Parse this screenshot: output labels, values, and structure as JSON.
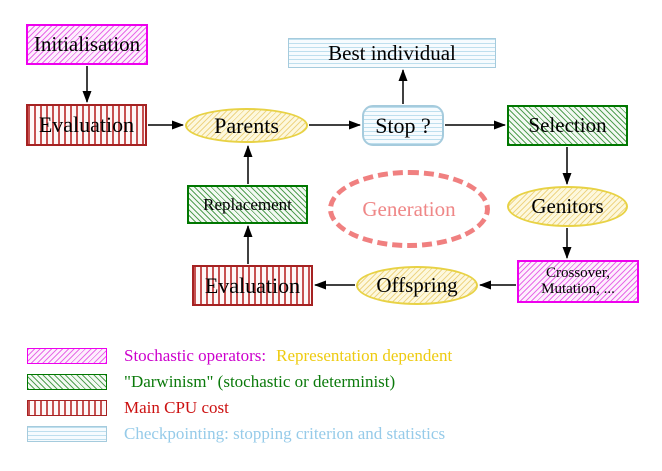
{
  "diagram": {
    "title_hint": "Evolutionary algorithm generation loop",
    "nodes": {
      "initialisation": {
        "label": "Initialisation",
        "pattern": "magenta-diagonal-hatch"
      },
      "evaluation_top": {
        "label": "Evaluation",
        "pattern": "red-vertical-lines"
      },
      "parents": {
        "label": "Parents",
        "pattern": "yellow-diagonal-hatch"
      },
      "best_individual": {
        "label": "Best individual",
        "pattern": "cyan-horizontal-lines"
      },
      "stop": {
        "label": "Stop ?",
        "pattern": "cyan-horizontal-lines"
      },
      "selection": {
        "label": "Selection",
        "pattern": "green-diagonal-hatch"
      },
      "genitors": {
        "label": "Genitors",
        "pattern": "yellow-diagonal-hatch"
      },
      "crossover": {
        "label_line1": "Crossover,",
        "label_line2": "Mutation, ...",
        "pattern": "magenta-diagonal-hatch"
      },
      "offspring": {
        "label": "Offspring",
        "pattern": "yellow-diagonal-hatch"
      },
      "evaluation_bottom": {
        "label": "Evaluation",
        "pattern": "red-vertical-lines"
      },
      "replacement": {
        "label": "Replacement",
        "pattern": "green-diagonal-hatch"
      },
      "generation": {
        "label": "Generation",
        "pattern": "dashed-coral-ellipse"
      }
    },
    "edges": [
      "Initialisation -> Evaluation",
      "Evaluation -> Parents",
      "Parents -> Stop ?",
      "Stop ? -> Best individual",
      "Stop ? -> Selection",
      "Selection -> Genitors",
      "Genitors -> Crossover, Mutation, ...",
      "Crossover, Mutation, ... -> Offspring",
      "Offspring -> Evaluation",
      "Evaluation -> Replacement",
      "Replacement -> Parents"
    ],
    "legend": [
      {
        "swatch": "magenta-diagonal-hatch",
        "text": "Stochastic operators:",
        "text2": "Representation dependent",
        "text_color": "#cc00cc",
        "text2_color": "#eecb11"
      },
      {
        "swatch": "green-diagonal-hatch",
        "text": "\"Darwinism\" (stochastic or determinist)",
        "text_color": "#0b7a0b"
      },
      {
        "swatch": "red-vertical-lines",
        "text": "Main CPU cost",
        "text_color": "#cc1111"
      },
      {
        "swatch": "cyan-horizontal-lines",
        "text": "Checkpointing: stopping criterion and statistics",
        "text_color": "#96cbe9"
      }
    ],
    "colors": {
      "magenta": "#ee00ee",
      "green": "#007700",
      "red": "#a52222",
      "cyan_border": "#a5cbdd",
      "yellow_border": "#e8d245",
      "coral": "#f08080",
      "arrow": "#000000",
      "background": "#ffffff"
    }
  }
}
